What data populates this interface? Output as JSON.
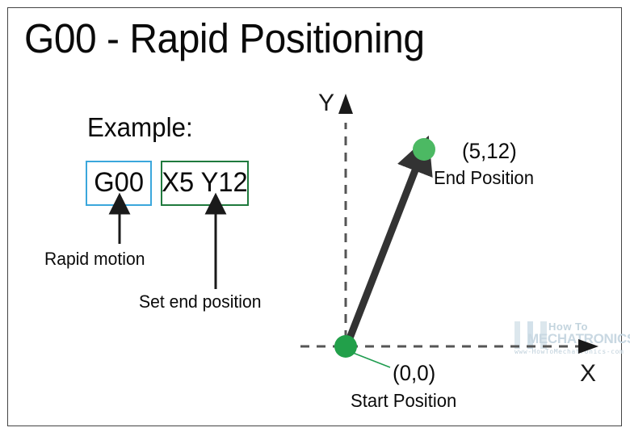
{
  "title": "G00 - Rapid Positioning",
  "example": {
    "heading": "Example:",
    "code_blocks": [
      {
        "name": "command",
        "text": "G00",
        "border_color": "#3BA7DC"
      },
      {
        "name": "parameters",
        "text": "X5 Y12",
        "border_color": "#1F7A3D"
      }
    ],
    "annotations": [
      {
        "name": "rapid-motion",
        "text": "Rapid motion"
      },
      {
        "name": "set-end-position",
        "text": "Set end position"
      }
    ]
  },
  "diagram": {
    "axes": {
      "x_label": "X",
      "y_label": "Y",
      "line_color": "#555555",
      "style": "dashed"
    },
    "points": [
      {
        "name": "start",
        "coord_label": "(0,0)",
        "description": "Start Position",
        "x": 0,
        "y": 0,
        "color": "#22A04A"
      },
      {
        "name": "end",
        "coord_label": "(5,12)",
        "description": "End Position",
        "x": 5,
        "y": 12,
        "color": "#4CB963"
      }
    ],
    "motion_arrow": {
      "name": "rapid-move-vector",
      "from": "(0,0)",
      "to": "(5,12)",
      "color": "#333333"
    }
  },
  "watermark": {
    "line1": "How To",
    "line2": "MECHATRONICS",
    "url": "www-HowToMechatronics-com"
  }
}
